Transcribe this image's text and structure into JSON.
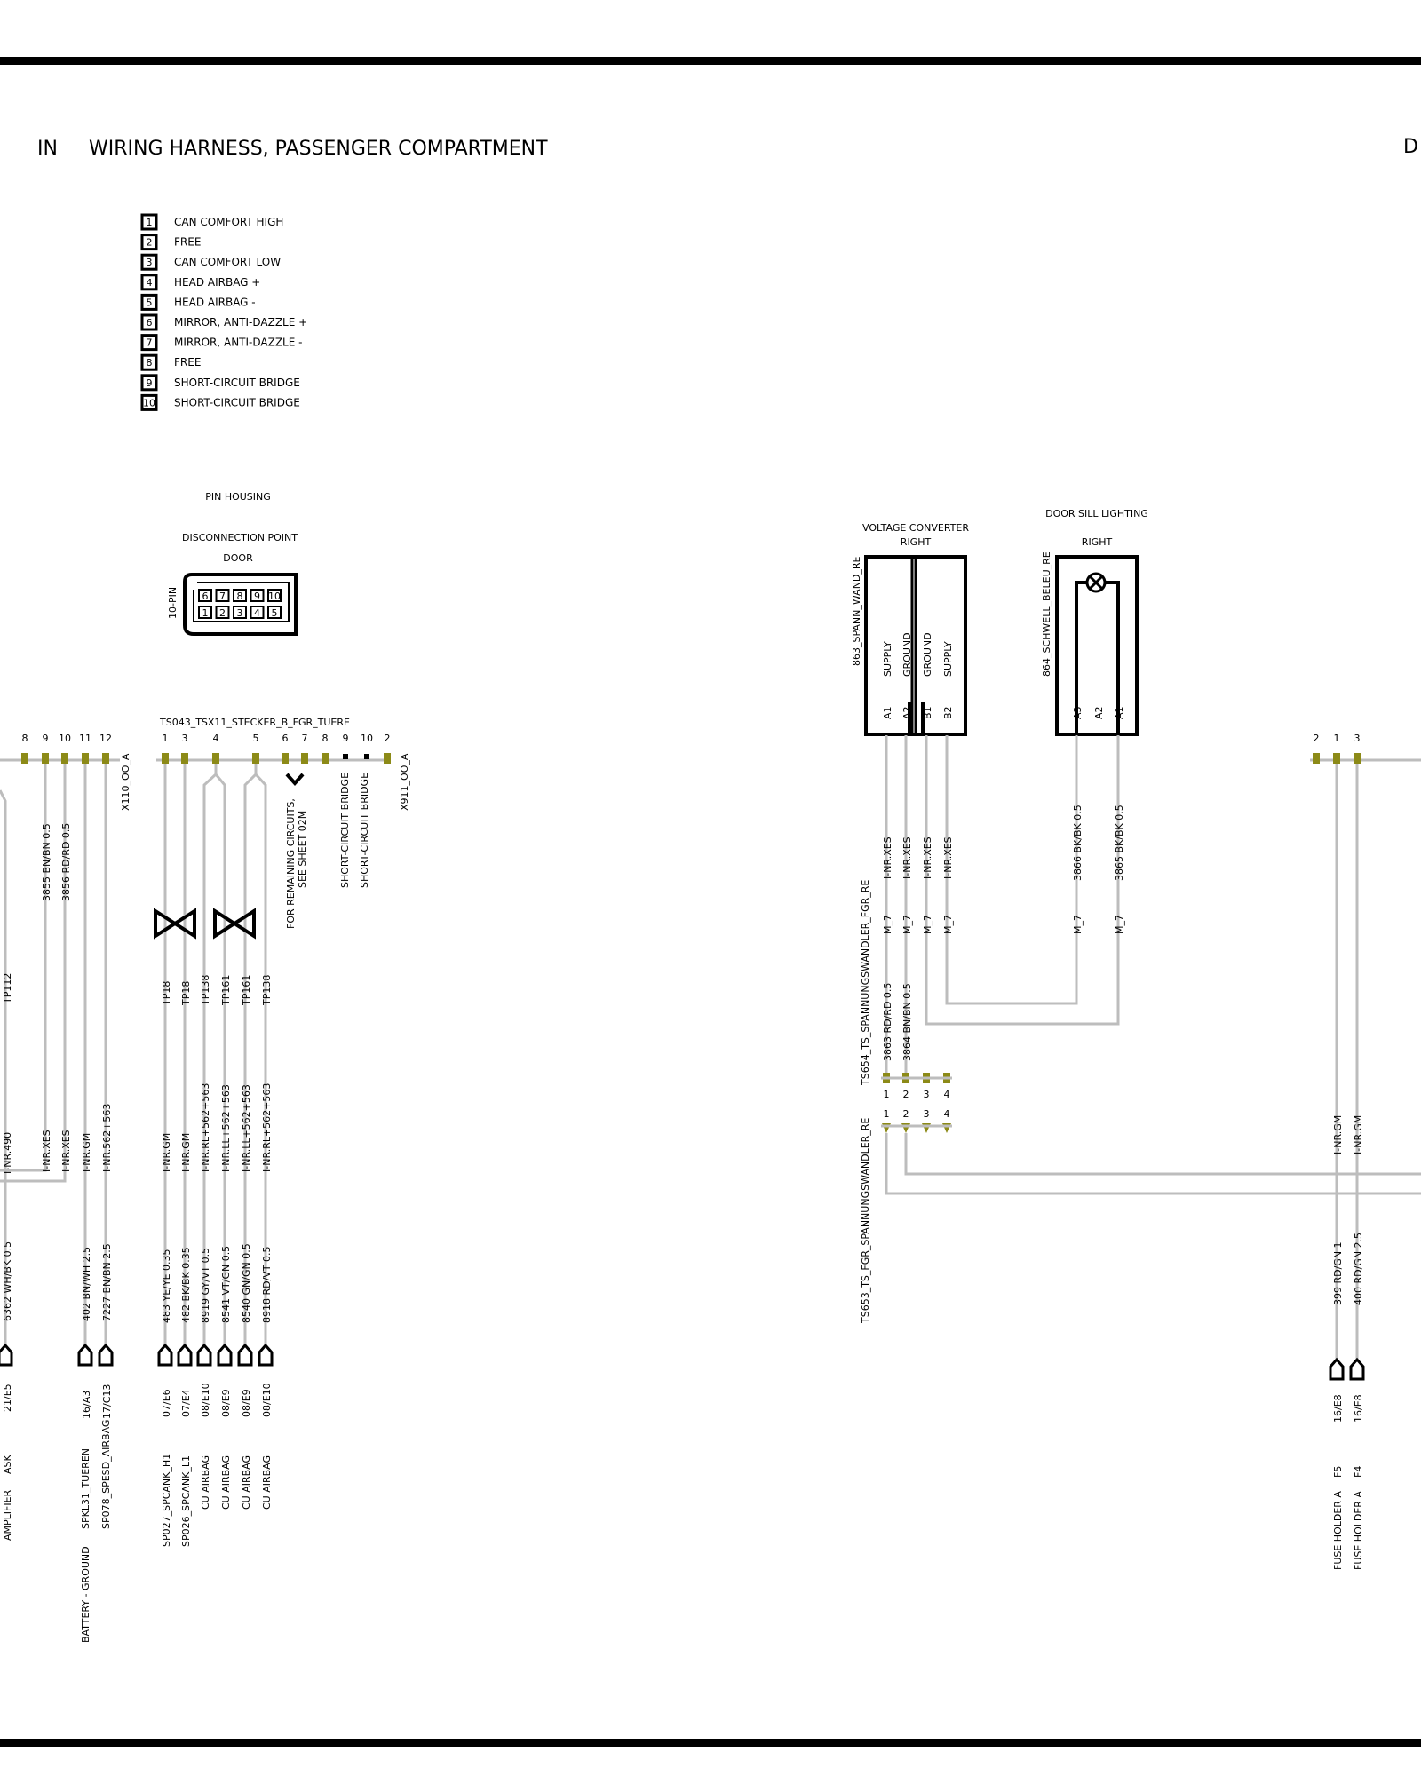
{
  "header": {
    "code": "IN",
    "title": "WIRING HARNESS, PASSENGER COMPARTMENT",
    "right_fragment": "D"
  },
  "pin_legend": [
    {
      "pin": "1",
      "label": "CAN COMFORT HIGH"
    },
    {
      "pin": "2",
      "label": "FREE"
    },
    {
      "pin": "3",
      "label": "CAN COMFORT LOW"
    },
    {
      "pin": "4",
      "label": "HEAD AIRBAG +"
    },
    {
      "pin": "5",
      "label": "HEAD AIRBAG -"
    },
    {
      "pin": "6",
      "label": "MIRROR, ANTI-DAZZLE +"
    },
    {
      "pin": "7",
      "label": "MIRROR, ANTI-DAZZLE -"
    },
    {
      "pin": "8",
      "label": "FREE"
    },
    {
      "pin": "9",
      "label": "SHORT-CIRCUIT BRIDGE"
    },
    {
      "pin": "10",
      "label": "SHORT-CIRCUIT BRIDGE"
    }
  ],
  "pin_housing": {
    "label": "PIN HOUSING",
    "point_label": "DISCONNECTION POINT",
    "door_label": "DOOR",
    "pin_count": "10-PIN",
    "top_row": [
      "6",
      "7",
      "8",
      "9",
      "10"
    ],
    "bottom_row": [
      "1",
      "2",
      "3",
      "4",
      "5"
    ]
  },
  "left_connector": {
    "pins": [
      "8",
      "9",
      "10",
      "11",
      "12"
    ],
    "name": "X110_OO_A",
    "wires": [
      {
        "label_top": "",
        "label_mid": "TP112",
        "label_harness": "I-NR.490",
        "label_wire": "6362 WH/BK 0.5",
        "ref": "21/E5",
        "dest": "AMPLIFIER ASK"
      },
      {
        "label_top": "3855 BN/BN 0.5",
        "label_mid": "",
        "label_harness": "I-NR.XES",
        "label_wire": "",
        "ref": "",
        "dest": ""
      },
      {
        "label_top": "3856 RD/RD 0.5",
        "label_mid": "",
        "label_harness": "I-NR.XES",
        "label_wire": "",
        "ref": "",
        "dest": ""
      },
      {
        "label_top": "",
        "label_mid": "",
        "label_harness": "I-NR.GM",
        "label_wire": "402 BN/WH 2.5",
        "ref": "16/A3",
        "dest": "BATTERY - GROUND SPKL31_TUEREN"
      },
      {
        "label_top": "",
        "label_mid": "",
        "label_harness": "I-NR.562+563",
        "label_wire": "7227 BN/BN 2.5",
        "ref": "17/C13",
        "dest": "SP078_SPESD_AIRBAG"
      }
    ]
  },
  "door_connector": {
    "name": "TS043_TSX11_STECKER_B_FGR_TUERE",
    "pins": [
      "1",
      "3",
      "4",
      "5",
      "6",
      "7",
      "8",
      "9",
      "10",
      "2"
    ],
    "side_name": "X911_OO_A",
    "remaining_note_1": "FOR REMAINING CIRCUITS,",
    "remaining_note_2": "SEE SHEET 02M",
    "bridge_label_1": "SHORT-CIRCUIT BRIDGE",
    "bridge_label_2": "SHORT-CIRCUIT BRIDGE",
    "wires": [
      {
        "tp": "TP18",
        "harness": "I-NR.GM",
        "wire": "483 YE/YE 0.35",
        "ref": "07/E6",
        "dest": "SP027_SPCANK_H1"
      },
      {
        "tp": "TP18",
        "harness": "I-NR.GM",
        "wire": "482 BK/BK 0.35",
        "ref": "07/E4",
        "dest": "SP026_SPCANK_L1"
      },
      {
        "tp": "TP138",
        "harness": "I-NR.RL+562+563",
        "wire": "8919 GY/VT 0.5",
        "ref": "08/E10",
        "dest": "CU AIRBAG"
      },
      {
        "tp": "TP161",
        "harness": "I-NR.LL+562+563",
        "wire": "8541 VT/GN 0.5",
        "ref": "08/E9",
        "dest": "CU AIRBAG"
      },
      {
        "tp": "TP161",
        "harness": "I-NR.LL+562+563",
        "wire": "8540 GN/GN 0.5",
        "ref": "08/E9",
        "dest": "CU AIRBAG"
      },
      {
        "tp": "TP138",
        "harness": "I-NR.RL+562+563",
        "wire": "8918 RD/VT 0.5",
        "ref": "08/E10",
        "dest": "CU AIRBAG"
      }
    ]
  },
  "voltage_converter": {
    "title_1": "VOLTAGE CONVERTER",
    "title_2": "RIGHT",
    "id": "863_SPANN_WAND_RE",
    "functions": [
      "SUPPLY",
      "GROUND",
      "GROUND",
      "SUPPLY"
    ],
    "pins": [
      "A1",
      "A2",
      "B1",
      "B2"
    ],
    "harness": [
      "I-NR.XES",
      "I-NR.XES",
      "I-NR.XES",
      "I-NR.XES"
    ],
    "mod": [
      "M_7",
      "M_7",
      "M_7",
      "M_7"
    ]
  },
  "door_sill_lighting": {
    "title_1": "DOOR SILL LIGHTING",
    "title_2": "RIGHT",
    "id": "864_SCHWELL_BELEU_RE",
    "pins": [
      "A3",
      "A2",
      "A1"
    ],
    "wires": [
      "3866 BK/BK 0.5",
      "3865 BK/BK 0.5"
    ],
    "mod": [
      "M_7",
      "M_7"
    ]
  },
  "ts654": {
    "name": "TS654_TS_SPANNUNGSWANDLER_FGR_RE",
    "wires": [
      "3863 RD/RD 0.5",
      "3864 BN/BN 0.5"
    ],
    "pins": [
      "1",
      "2",
      "3",
      "4"
    ]
  },
  "ts653": {
    "name": "TS653_TS_FGR_SPANNUNGSWANDLER_RE",
    "pins": [
      "1",
      "2",
      "3",
      "4"
    ]
  },
  "right_connector": {
    "pins": [
      "2",
      "1",
      "3"
    ],
    "wires": [
      {
        "harness": "I-NR.GM",
        "wire": "399 RD/GN 1",
        "ref": "16/E8",
        "fuse": "F5",
        "dest": "FUSE HOLDER A"
      },
      {
        "harness": "I-NR.GM",
        "wire": "400 RD/GN 2.5",
        "ref": "16/E8",
        "fuse": "F4",
        "dest": "FUSE HOLDER A"
      }
    ]
  }
}
